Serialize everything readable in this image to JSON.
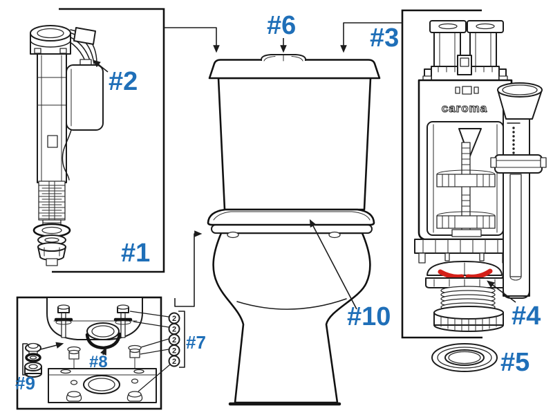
{
  "diagram": {
    "part_labels": [
      "#1",
      "#2",
      "#3",
      "#4",
      "#5",
      "#6",
      "#7",
      "#8",
      "#9",
      "#10"
    ],
    "brand_text": "caroma",
    "quantity_callouts": [
      "2",
      "2",
      "2",
      "2",
      "2"
    ],
    "colors": {
      "label_blue": "#1f6fb8",
      "line": "#1c1c1c",
      "seal_red": "#d42019",
      "background": "#ffffff"
    }
  }
}
